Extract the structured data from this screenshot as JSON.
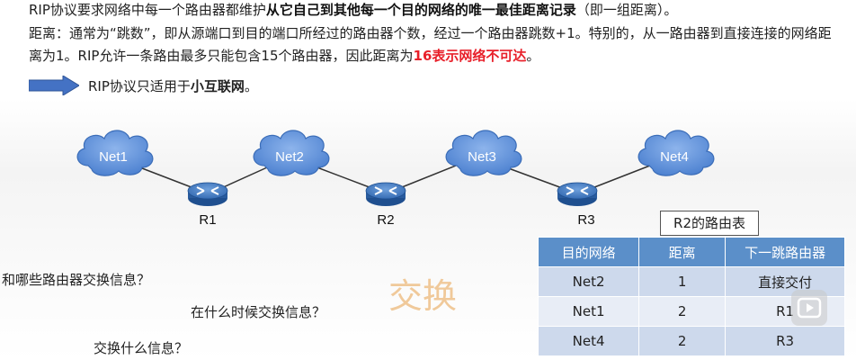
{
  "text": {
    "line1_prefix": "RIP协议要求网络中每一个路由器都维护",
    "line1_bold": "从它自己到其他每一个目的网络的唯一最佳距离记录",
    "line1_suffix": "（即一组距离）。",
    "para_prefix": "距离：通常为“跳数”，即从源端口到目的端口所经过的路由器个数，经过一个路由器跳数+1。特别的，从一路由器到直接连接的网络距离为1。RIP允许一条路由最多只能包含15个路由器，因此距离为",
    "para_red": "16表示网络不可达",
    "para_suffix": "。",
    "arrow_prefix": "RIP协议只适用于",
    "arrow_bold": "小互联网",
    "arrow_suffix": "。"
  },
  "diagram": {
    "nets": [
      "Net1",
      "Net2",
      "Net3",
      "Net4"
    ],
    "routers": [
      "R1",
      "R2",
      "R3"
    ],
    "colors": {
      "cloud": "#5b8fd6",
      "router": "#2f6fb8",
      "arrow": "#4472c4"
    }
  },
  "questions": {
    "q1": "和哪些路由器交换信息？",
    "q2": "在什么时候交换信息？",
    "q3": "交换什么信息？",
    "exchange": "交换"
  },
  "routing_table": {
    "title": "R2的路由表",
    "headers": [
      "目的网络",
      "距离",
      "下一跳路由器"
    ],
    "rows": [
      [
        "Net2",
        "1",
        "直接交付"
      ],
      [
        "Net1",
        "2",
        "R1"
      ],
      [
        "Net4",
        "2",
        "R3"
      ]
    ]
  }
}
